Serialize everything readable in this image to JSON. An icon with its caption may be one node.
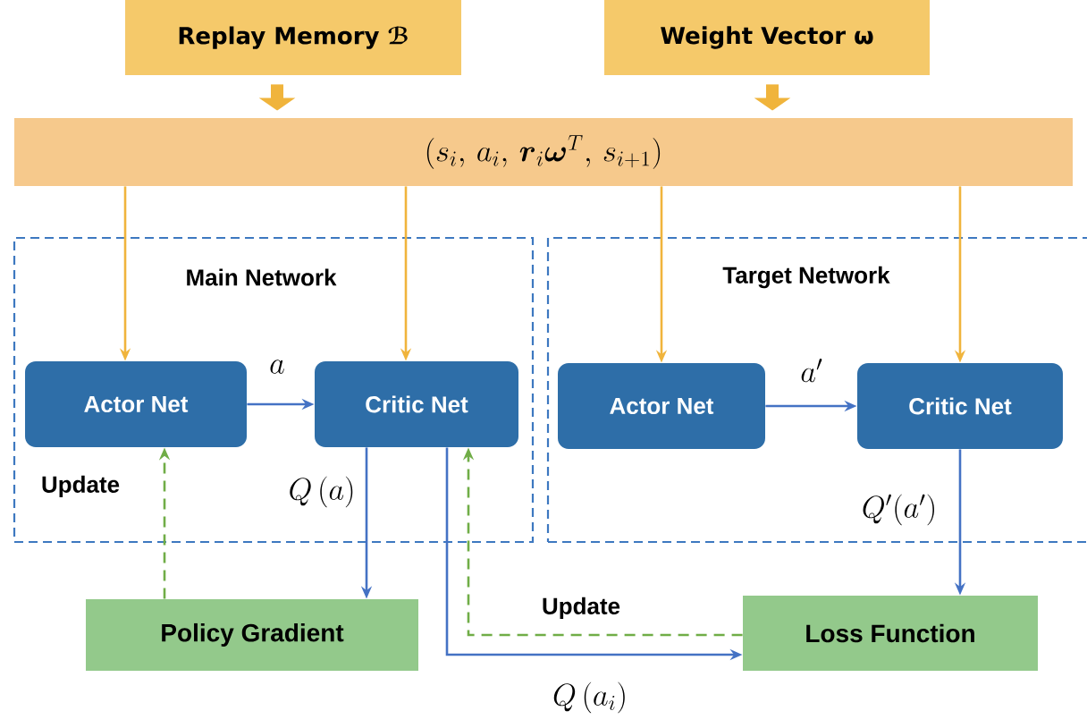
{
  "diagram": {
    "nodes": [
      {
        "text": [
          "Replay Memory ℬ"
        ]
      },
      {
        "text": [
          "Weight  Vector ω"
        ]
      },
      {
        "text": [
          "(s_i,\\, a_i,\\, \\boldsymbol{r}_i\\boldsymbol{\\omega}^T,\\, s_{i+1})"
        ]
      },
      {
        "text": [
          "Main Network"
        ]
      },
      {
        "text": [
          "Target Network"
        ]
      },
      {
        "text": [
          "Actor Net"
        ],
        "in": 3
      },
      {
        "text": [
          "Critic Net"
        ],
        "in": 3
      },
      {
        "text": [
          "Actor Net"
        ],
        "in": 4
      },
      {
        "text": [
          "Critic Net"
        ],
        "in": 4
      },
      {
        "text": [
          "Policy Gradient"
        ]
      },
      {
        "text": [
          "Loss Function"
        ]
      }
    ],
    "edges": [
      {
        "from": 0,
        "to": 2,
        "arrow": "to",
        "style": "thick"
      },
      {
        "from": 1,
        "to": 2,
        "arrow": "to",
        "style": "thick"
      },
      {
        "from": 2,
        "to": 5,
        "arrow": "to"
      },
      {
        "from": 2,
        "to": 6,
        "arrow": "to"
      },
      {
        "from": 2,
        "to": 7,
        "arrow": "to"
      },
      {
        "from": 2,
        "to": 8,
        "arrow": "to"
      },
      {
        "from": 5,
        "to": 6,
        "arrow": "to",
        "label": "a",
        "color": "#4472c4"
      },
      {
        "from": 7,
        "to": 8,
        "arrow": "to",
        "label": "a'",
        "color": "#4472c4"
      },
      {
        "from": 6,
        "to": 9,
        "arrow": "to",
        "label": "Q\\left(a\\right)",
        "color": "#4472c4"
      },
      {
        "from": 8,
        "to": 10,
        "arrow": "to",
        "label": "Q'(a')",
        "color": "#4472c4"
      },
      {
        "from": 6,
        "to": 10,
        "arrow": "to",
        "label": "Q\\left(a_i\\right)",
        "color": "#4472c4"
      },
      {
        "from": 10,
        "to": 6,
        "arrow": "to",
        "label": "Update",
        "style": "dashed",
        "color": "#70ad47"
      },
      {
        "from": 9,
        "to": 5,
        "arrow": "to",
        "label": "Update",
        "style": "dashed",
        "color": "#70ad47"
      }
    ]
  }
}
